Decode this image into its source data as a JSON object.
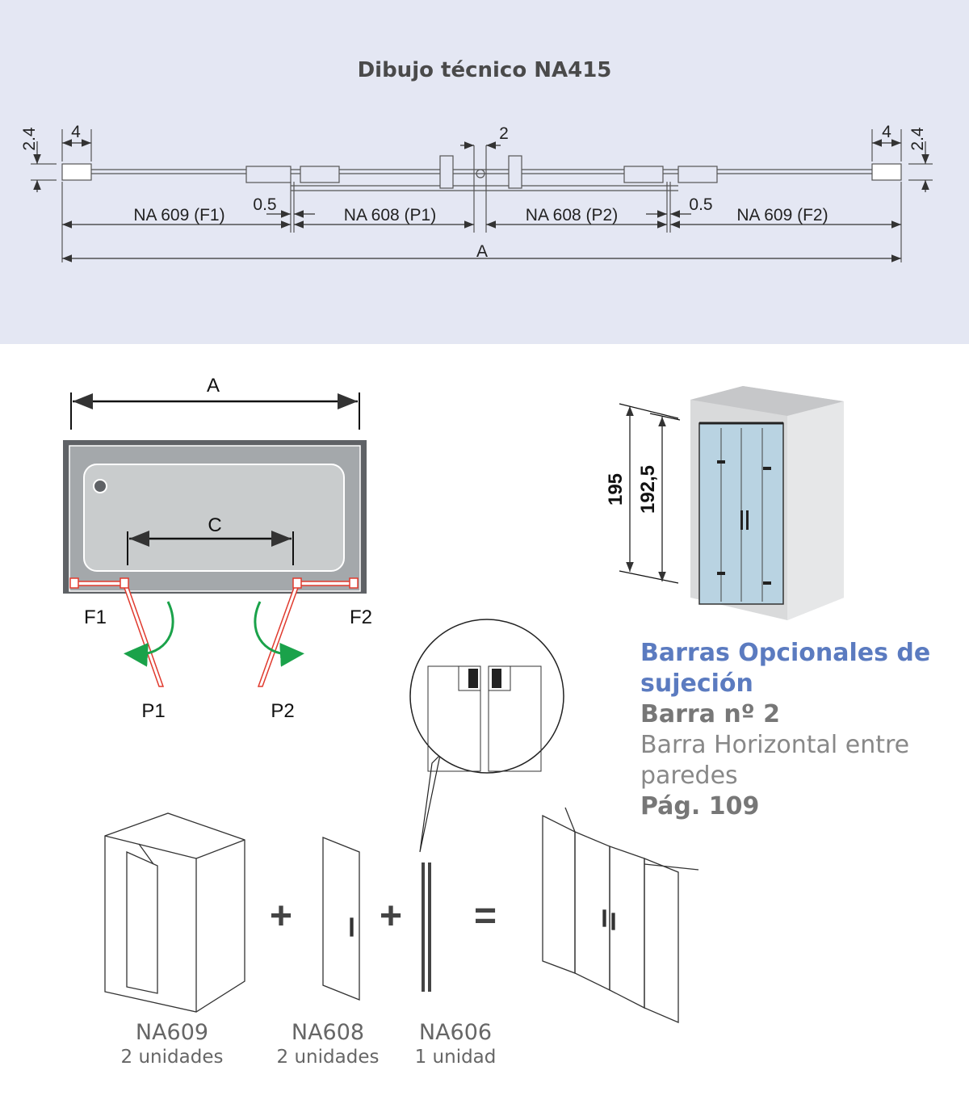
{
  "title": "Dibujo técnico NA415",
  "technical_drawing": {
    "dim_2_4_left": "2.4",
    "dim_4_left": "4",
    "dim_2_center": "2",
    "dim_4_right": "4",
    "dim_2_4_right": "2.4",
    "seg_f1": "NA 609 (F1)",
    "gap_left": "0.5",
    "seg_p1": "NA 608 (P1)",
    "seg_p2": "NA 608 (P2)",
    "gap_right": "0.5",
    "seg_f2": "NA 609 (F2)",
    "total": "A"
  },
  "plan_view": {
    "width_label": "A",
    "opening_label": "C",
    "f1": "F1",
    "f2": "F2",
    "p1": "P1",
    "p2": "P2",
    "panel_color": "#e03a2e",
    "arrow_color": "#1aa24a"
  },
  "enclosure_3d": {
    "height_outer": "195",
    "height_inner": "192,5"
  },
  "optional_bars": {
    "heading": "Barras Opcionales de sujeción",
    "bar_name": "Barra nº 2",
    "description": "Barra Horizontal entre paredes",
    "page": "Pág. 109"
  },
  "components": [
    {
      "code": "NA609",
      "qty": "2 unidades"
    },
    {
      "code": "NA608",
      "qty": "2 unidades"
    },
    {
      "code": "NA606",
      "qty": "1 unidad"
    }
  ],
  "operators": {
    "plus": "+",
    "equals": "="
  }
}
